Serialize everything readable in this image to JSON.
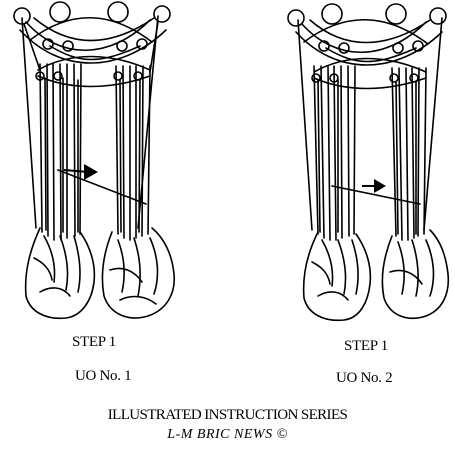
{
  "panels": [
    {
      "step": "STEP 1",
      "uo": "UO No. 1"
    },
    {
      "step": "STEP 1",
      "uo": "UO No. 2"
    }
  ],
  "series": {
    "title": "ILLUSTRATED INSTRUCTION SERIES",
    "credit": "L-M BRIC NEWS ©"
  }
}
